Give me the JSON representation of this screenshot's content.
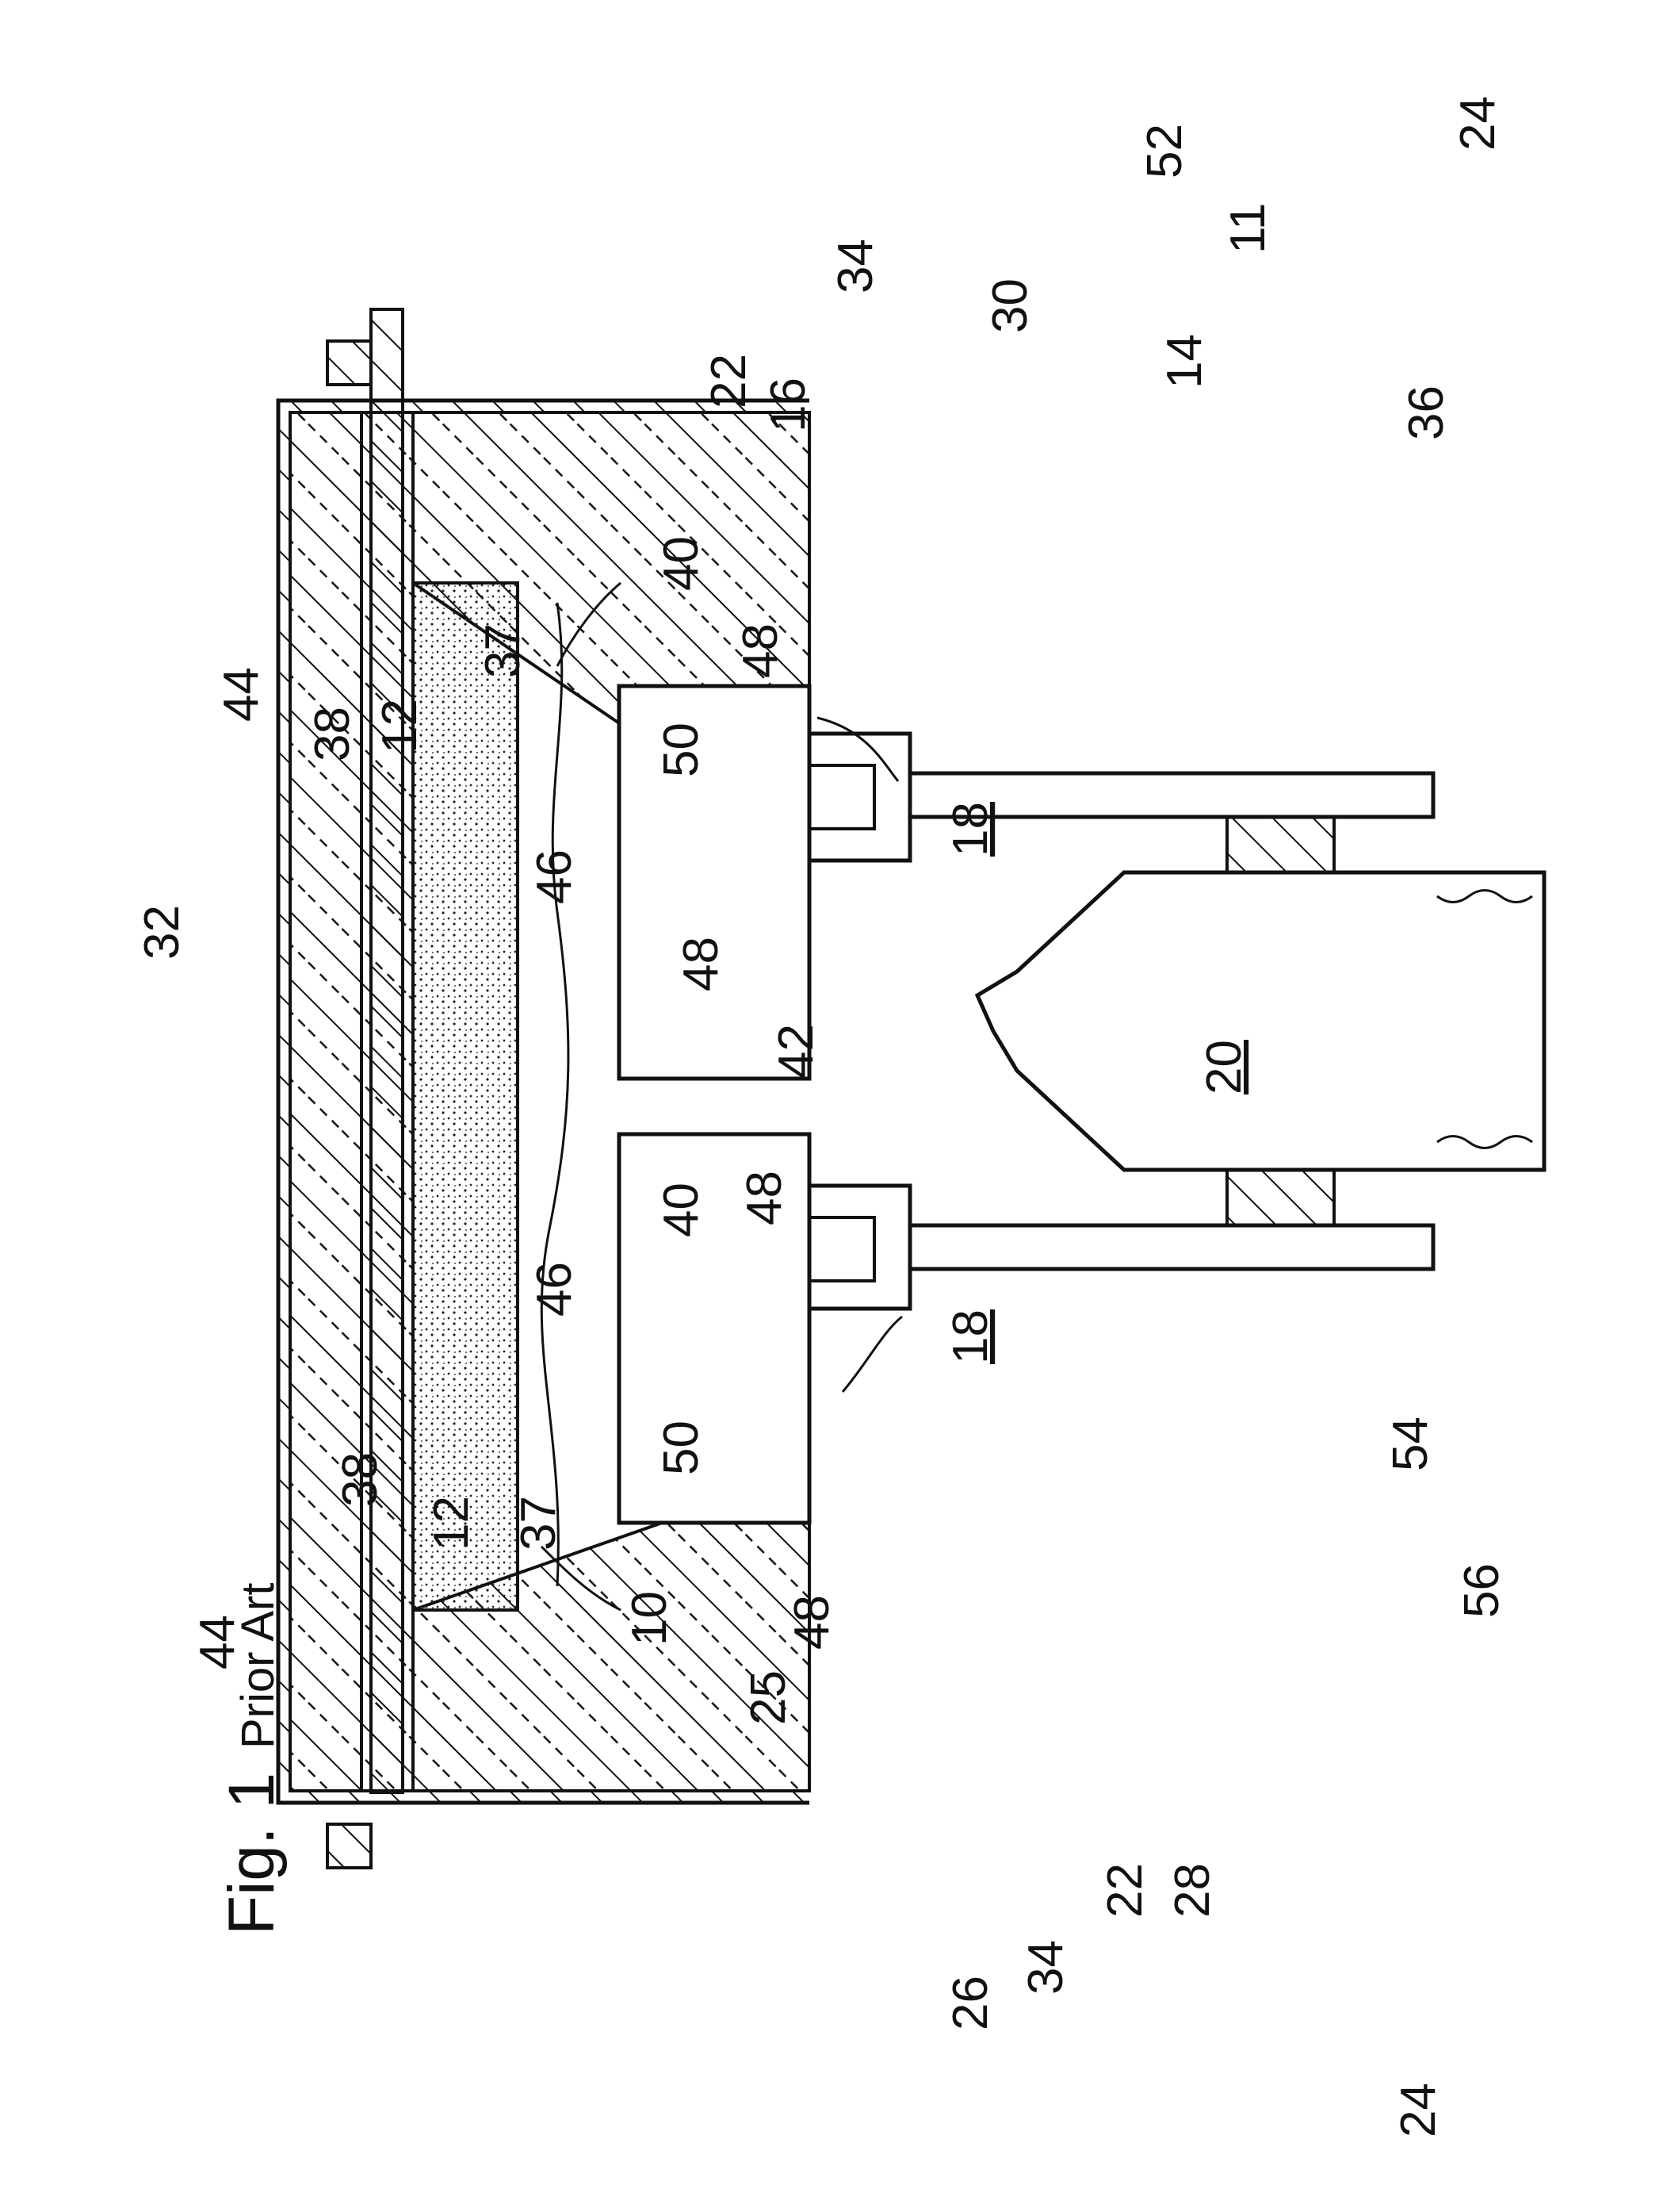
{
  "figure": {
    "title_main": "Fig. 1",
    "title_sub": "Prior Art"
  },
  "labels": {
    "l10": "10",
    "l11": "11",
    "l12a": "12",
    "l12b": "12",
    "l14": "14",
    "l16": "16",
    "l18a": "18",
    "l18b": "18",
    "l20": "20",
    "l22a": "22",
    "l22b": "22",
    "l24a": "24",
    "l24b": "24",
    "l25": "25",
    "l26": "26",
    "l28": "28",
    "l30": "30",
    "l32": "32",
    "l34a": "34",
    "l34b": "34",
    "l36": "36",
    "l37a": "37",
    "l37b": "37",
    "l38a": "38",
    "l38b": "38",
    "l40a": "40",
    "l40b": "40",
    "l42": "42",
    "l44a": "44",
    "l44b": "44",
    "l46a": "46",
    "l46b": "46",
    "l48a": "48",
    "l48b": "48",
    "l48c": "48",
    "l48d": "48",
    "l50a": "50",
    "l50b": "50",
    "l52": "52",
    "l54": "54",
    "l56": "56"
  }
}
